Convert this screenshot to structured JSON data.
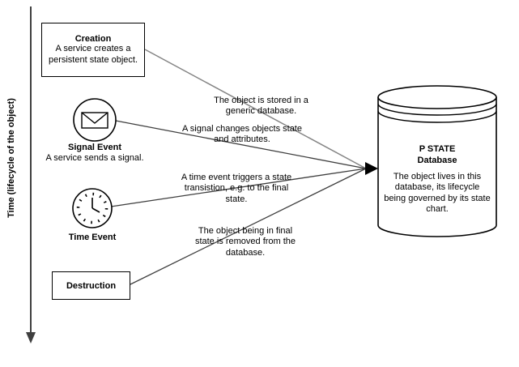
{
  "axis": {
    "label": "Time (lifecycle of the object)"
  },
  "nodes": {
    "creation": {
      "title": "Creation",
      "desc": "A service creates a persistent state object."
    },
    "signal_event": {
      "title": "Signal Event",
      "desc": "A service sends a signal."
    },
    "time_event": {
      "title": "Time Event"
    },
    "destruction": {
      "title": "Destruction"
    },
    "database": {
      "title_line1": "P STATE",
      "title_line2": "Database",
      "desc": "The object lives in this database, its lifecycle being governed by its state chart."
    }
  },
  "annotations": {
    "stored": "The object is stored in a generic database.",
    "signal": "A signal changes objects state and attributes.",
    "transition": "A time event triggers a state transistion, e.g. to the final state.",
    "removed": "The object being in final state is removed from the database."
  },
  "colors": {
    "connector": "#3f3f3f",
    "creation_connector": "#848484",
    "axis": "#3f3f3f"
  }
}
